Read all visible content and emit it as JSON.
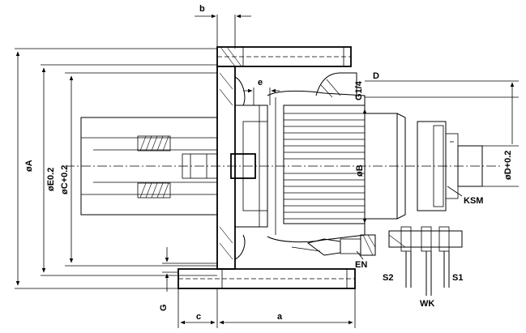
{
  "labels": {
    "b": "b",
    "e": "e",
    "g14": "G1/4",
    "d": "D",
    "dia_a": "øA",
    "dia_e": "øE0.2",
    "dia_c": "øC+0.2",
    "dia_b": "øB",
    "dia_d": "øD+0.2",
    "ksm": "KSM",
    "en": "EN",
    "s2": "S2",
    "s1": "S1",
    "wk": "WK",
    "g": "G",
    "c": "c",
    "a": "a"
  }
}
